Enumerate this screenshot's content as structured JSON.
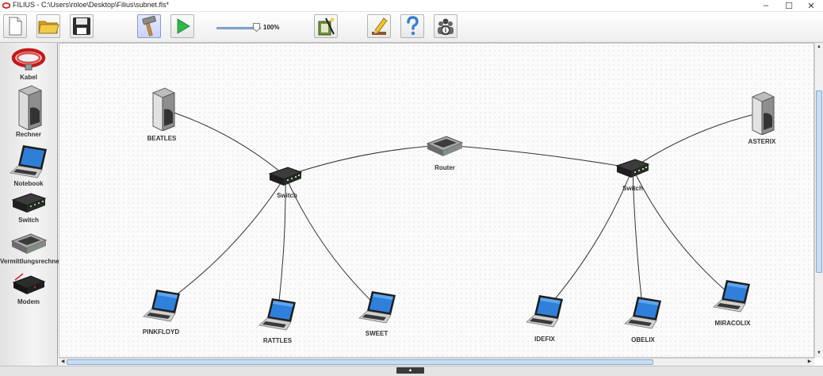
{
  "window": {
    "title": "FILIUS - C:\\Users\\roloe\\Desktop\\Filius\\subnet.fls*",
    "app_icon": "filius-logo-icon",
    "controls": {
      "minimize": "–",
      "maximize": "☐",
      "close": "✕"
    }
  },
  "toolbar": {
    "buttons": [
      {
        "name": "new-file-button",
        "icon": "blank-page-icon"
      },
      {
        "name": "open-folder-button",
        "icon": "folder-icon"
      },
      {
        "name": "save-button",
        "icon": "floppy-disk-icon"
      },
      {
        "name": "design-mode-button",
        "icon": "hammer-icon",
        "active": true
      },
      {
        "name": "simulation-mode-button",
        "icon": "play-icon"
      },
      {
        "name": "software-wizard-button",
        "icon": "wizard-icon"
      },
      {
        "name": "edit-notes-button",
        "icon": "pencil-icon"
      },
      {
        "name": "help-button",
        "icon": "question-mark-icon"
      },
      {
        "name": "info-button",
        "icon": "people-info-icon"
      }
    ],
    "zoom": {
      "value": 100,
      "label": "100%"
    }
  },
  "palette": [
    {
      "label": "Kabel",
      "icon": "cable-icon"
    },
    {
      "label": "Rechner",
      "icon": "server-icon"
    },
    {
      "label": "Notebook",
      "icon": "notebook-icon"
    },
    {
      "label": "Switch",
      "icon": "switch-icon"
    },
    {
      "label": "Vermittlungsrechner",
      "icon": "router-icon"
    },
    {
      "label": "Modem",
      "icon": "modem-icon"
    }
  ],
  "network": {
    "nodes": [
      {
        "id": "beatles",
        "label": "BEATLES",
        "type": "server"
      },
      {
        "id": "asterix",
        "label": "ASTERIX",
        "type": "server"
      },
      {
        "id": "router",
        "label": "Router",
        "type": "router"
      },
      {
        "id": "switch1",
        "label": "Switch",
        "type": "switch"
      },
      {
        "id": "switch2",
        "label": "Switch",
        "type": "switch"
      },
      {
        "id": "pinkfloyd",
        "label": "PINKFLOYD",
        "type": "notebook"
      },
      {
        "id": "rattles",
        "label": "RATTLES",
        "type": "notebook"
      },
      {
        "id": "sweet",
        "label": "SWEET",
        "type": "notebook"
      },
      {
        "id": "idefix",
        "label": "IDEFIX",
        "type": "notebook"
      },
      {
        "id": "obelix",
        "label": "OBELIX",
        "type": "notebook"
      },
      {
        "id": "miracolix",
        "label": "MIRACOLIX",
        "type": "notebook"
      }
    ],
    "links": [
      [
        "beatles",
        "switch1"
      ],
      [
        "switch1",
        "router"
      ],
      [
        "router",
        "switch2"
      ],
      [
        "asterix",
        "switch2"
      ],
      [
        "switch1",
        "pinkfloyd"
      ],
      [
        "switch1",
        "rattles"
      ],
      [
        "switch1",
        "sweet"
      ],
      [
        "switch2",
        "idefix"
      ],
      [
        "switch2",
        "obelix"
      ],
      [
        "switch2",
        "miracolix"
      ]
    ]
  },
  "colors": {
    "cable": "#333333",
    "accent_red": "#d22222",
    "scroll_thumb": "#c8ddf0"
  }
}
